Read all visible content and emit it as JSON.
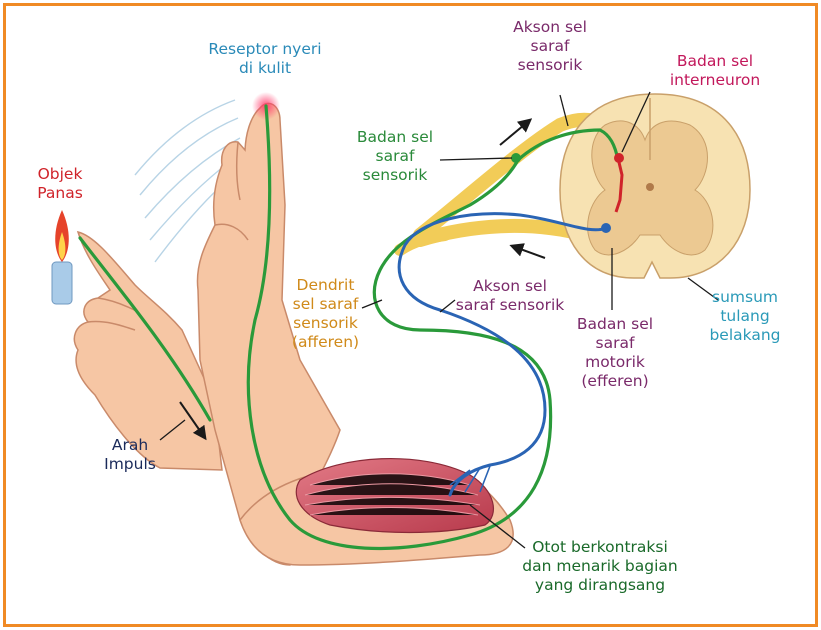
{
  "colors": {
    "frame": "#f08a24",
    "skin": "#f6c6a4",
    "skin_stroke": "#c98a6a",
    "muscle": "#c94a5a",
    "sensory_nerve": "#2a9a3a",
    "motor_nerve": "#2a64b4",
    "nerve_sheath": "#f2cc58",
    "spinal_cord": "#f7e2b2",
    "gray_matter": "#ecc992"
  },
  "labels": {
    "hot_object": "Objek\nPanas",
    "pain_receptor": "Reseptor nyeri\ndi kulit",
    "sensory_axon_top": "Akson sel\nsaraf\nsensorik",
    "interneuron_body": "Badan sel\ninterneuron",
    "sensory_cell_body": "Badan sel\nsaraf\nsensorik",
    "sensory_dendrite": "Dendrit\nsel saraf\nsensorik\n(afferen)",
    "sensory_axon_mid": "Akson sel\nsaraf sensorik",
    "spinal_cord": "sumsum\ntulang\nbelakang",
    "motor_cell_body": "Badan sel\nsaraf\nmotorik\n(efferen)",
    "impulse_direction": "Arah\nImpuls",
    "muscle_contracts": "Otot berkontraksi\ndan menarik bagian\nyang dirangsang"
  }
}
